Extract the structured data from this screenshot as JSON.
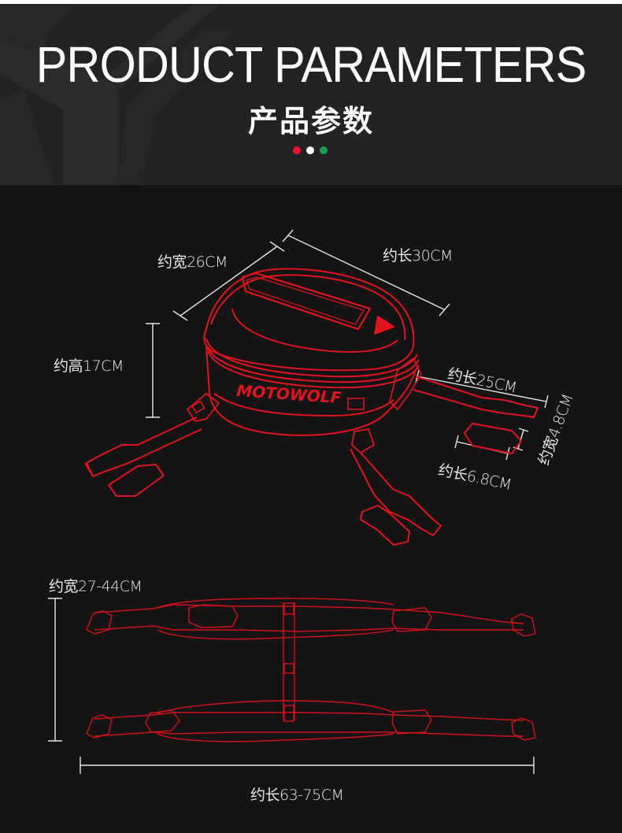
{
  "header": {
    "title_en": "PRODUCT PARAMETERS",
    "title_cn": "产品参数",
    "dots": [
      {
        "name": "red-dot",
        "color": "#e8142a"
      },
      {
        "name": "white-dot",
        "color": "#ffffff"
      },
      {
        "name": "green-dot",
        "color": "#1f9a48"
      }
    ],
    "background_color": "#222222"
  },
  "bag_diagram": {
    "brand_logo": "MOTOWOLF",
    "line_color": "#e0141e",
    "dimensions": {
      "width": "约宽26CM",
      "length": "约长30CM",
      "height": "约高17CM",
      "strap_length": "约长25CM",
      "pad_width": "约宽4.8CM",
      "pad_length": "约长6.8CM"
    }
  },
  "harness_diagram": {
    "dimensions": {
      "width": "约宽27-44CM",
      "length": "约长63-75CM"
    }
  },
  "colors": {
    "page_background": "#141414",
    "accent_red": "#e0141e",
    "text": "#e8e8e8"
  }
}
